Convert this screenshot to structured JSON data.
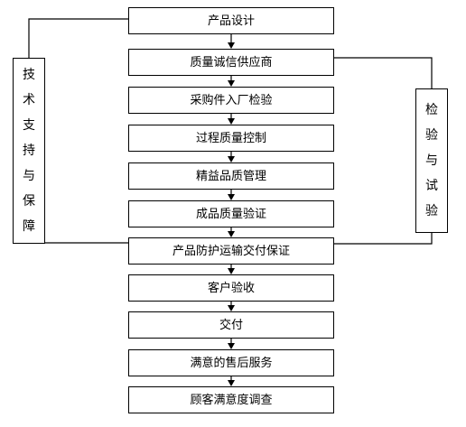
{
  "flow": {
    "steps": [
      "产品设计",
      "质量诚信供应商",
      "采购件入厂检验",
      "过程质量控制",
      "精益品质管理",
      "成品质量验证",
      "产品防护运输交付保证",
      "客户验收",
      "交付",
      "满意的售后服务",
      "顾客满意度调查"
    ]
  },
  "left_panel": {
    "chars": [
      "技",
      "术",
      "支",
      "持",
      "与",
      "保",
      "障"
    ]
  },
  "right_panel": {
    "chars": [
      "检",
      "验",
      "与",
      "试",
      "验"
    ]
  },
  "colors": {
    "line": "#000000",
    "box_fill": "#ffffff",
    "background": "#ffffff"
  }
}
